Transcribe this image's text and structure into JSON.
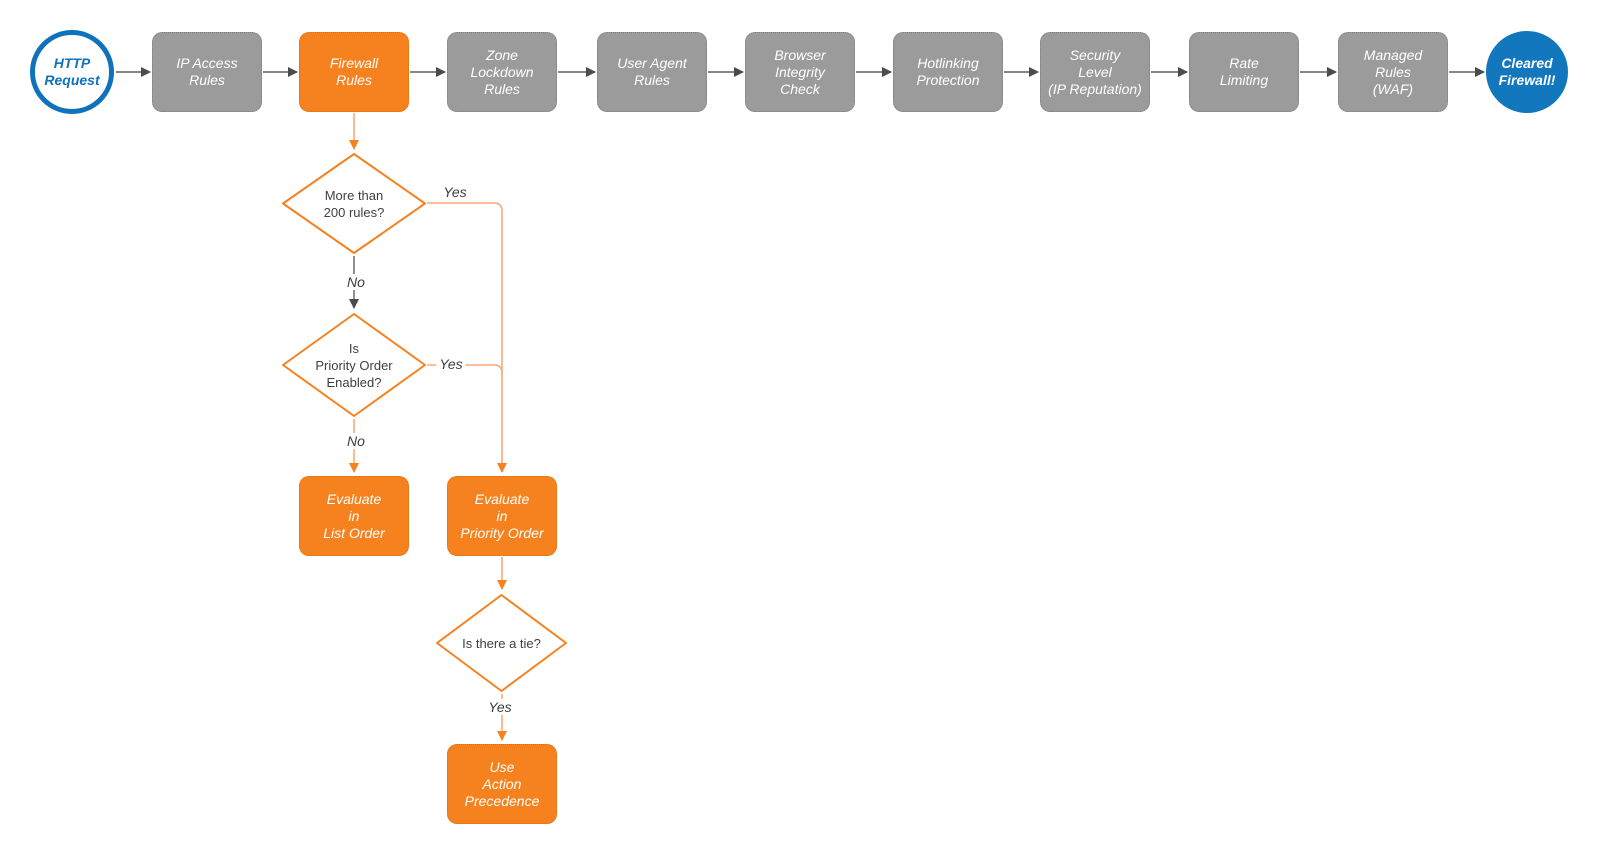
{
  "flow": {
    "start": {
      "label": "HTTP\nRequest"
    },
    "stages": [
      {
        "label": "IP Access\nRules",
        "highlighted": false
      },
      {
        "label": "Firewall\nRules",
        "highlighted": true
      },
      {
        "label": "Zone\nLockdown\nRules",
        "highlighted": false
      },
      {
        "label": "User Agent\nRules",
        "highlighted": false
      },
      {
        "label": "Browser\nIntegrity\nCheck",
        "highlighted": false
      },
      {
        "label": "Hotlinking\nProtection",
        "highlighted": false
      },
      {
        "label": "Security\nLevel\n(IP Reputation)",
        "highlighted": false
      },
      {
        "label": "Rate\nLimiting",
        "highlighted": false
      },
      {
        "label": "Managed\nRules\n(WAF)",
        "highlighted": false
      }
    ],
    "end": {
      "label": "Cleared\nFirewall!"
    },
    "decisions": [
      {
        "label": "More than\n200 rules?"
      },
      {
        "label": "Is\nPriority Order\nEnabled?"
      },
      {
        "label": "Is there a tie?"
      }
    ],
    "actions": [
      {
        "label": "Evaluate\nin\nList Order"
      },
      {
        "label": "Evaluate\nin\nPriority Order"
      },
      {
        "label": "Use\nAction\nPrecedence"
      }
    ],
    "edge_labels": [
      {
        "text": "Yes"
      },
      {
        "text": "No"
      },
      {
        "text": "Yes"
      },
      {
        "text": "No"
      },
      {
        "text": "Yes"
      }
    ]
  },
  "colors": {
    "highlight_orange": "#F6821F",
    "connector_orange_light": "#F9A877",
    "stage_gray": "#9B9B9B",
    "start_circle_blue": "#1072BA",
    "end_circle_blue": "#1277BD",
    "connector_gray": "#5F5F5F",
    "diamond_text": "#404040"
  }
}
